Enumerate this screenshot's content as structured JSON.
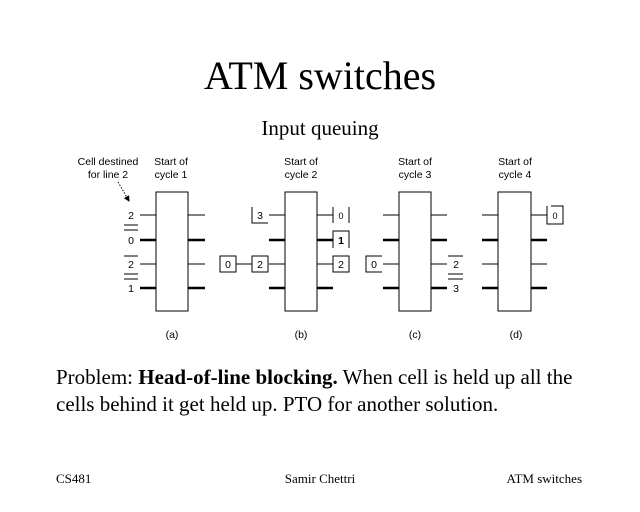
{
  "slide": {
    "title": "ATM switches",
    "subtitle": "Input queuing",
    "body": {
      "prefix": "Problem: ",
      "bold": "Head-of-line blocking.",
      "rest": " When cell is held up all the cells behind it get held up. PTO for another solution."
    },
    "footer": {
      "left": "CS481",
      "center": "Samir Chettri",
      "right": "ATM switches"
    }
  },
  "diagram": {
    "annotation": {
      "line1": "Cell destined",
      "line2": "for line 2"
    },
    "panels": [
      {
        "header1": "Start of",
        "header2": "cycle 1",
        "caption": "(a)",
        "input_queue": [
          "2",
          "0",
          "2",
          "1"
        ],
        "output_cells": []
      },
      {
        "header1": "Start of",
        "header2": "cycle 2",
        "caption": "(b)",
        "input_cells": [
          "3",
          "2",
          "0"
        ],
        "output_cells": [
          "0",
          "1",
          "2"
        ]
      },
      {
        "header1": "Start of",
        "header2": "cycle 3",
        "caption": "(c)",
        "input_cells": [
          "0"
        ],
        "output_cells": [
          "2",
          "3"
        ]
      },
      {
        "header1": "Start of",
        "header2": "cycle 4",
        "caption": "(d)",
        "input_cells": [],
        "output_cells": [
          "0"
        ]
      }
    ]
  }
}
